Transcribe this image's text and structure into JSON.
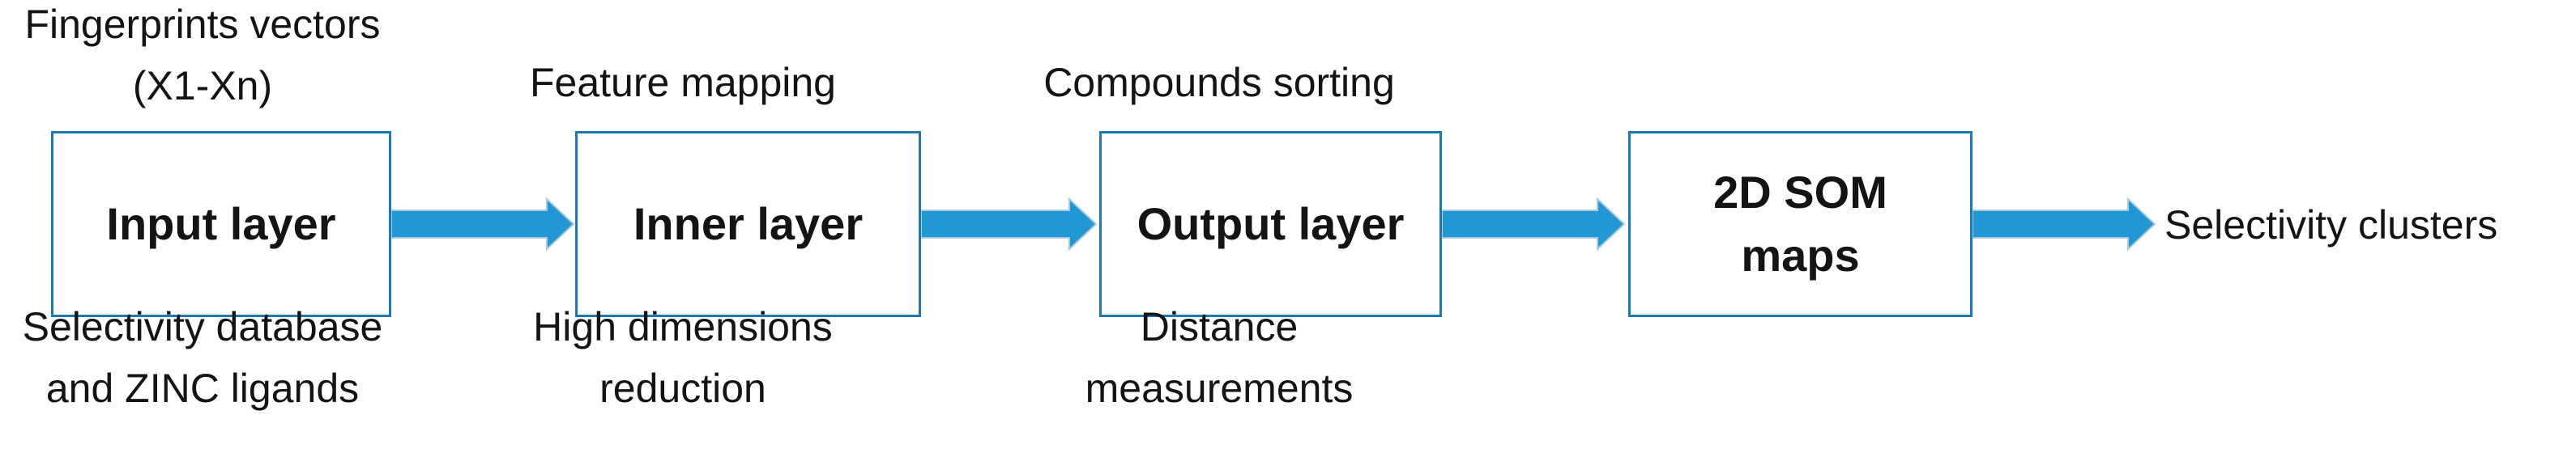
{
  "diagram": {
    "nodes": [
      {
        "id": "input-layer",
        "label": "Input layer",
        "top_label": "Fingerprints vectors\n(X1-Xn)",
        "bottom_label": "Selectivity database\nand ZINC ligands"
      },
      {
        "id": "inner-layer",
        "label": "Inner layer",
        "top_label": "Feature mapping",
        "bottom_label": "High dimensions\nreduction"
      },
      {
        "id": "output-layer",
        "label": "Output layer",
        "top_label": "Compounds sorting",
        "bottom_label": "Distance\nmeasurements"
      },
      {
        "id": "som-maps",
        "label": "2D SOM\nmaps",
        "top_label": "",
        "bottom_label": ""
      }
    ],
    "end_label": "Selectivity clusters",
    "colors": {
      "arrow": "#2397d4",
      "arrowEdge": "#a9c9de",
      "border": "#1e78b2",
      "ink": "#141414"
    }
  }
}
